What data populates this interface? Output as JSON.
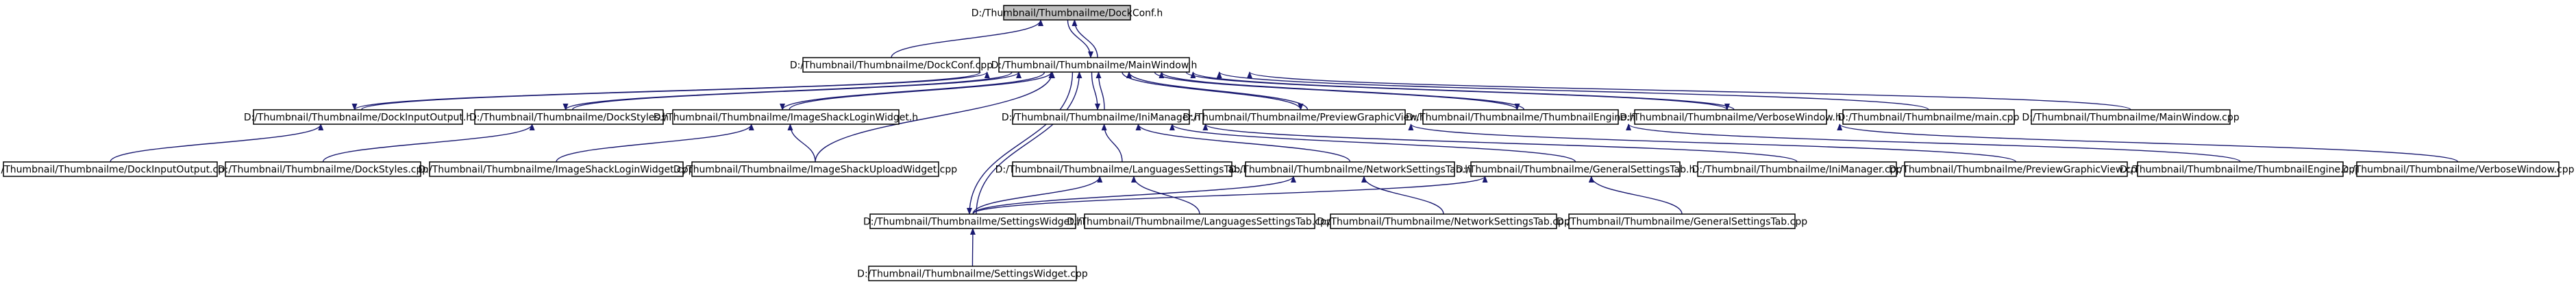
{
  "diagram": {
    "type": "include-dependency-graph",
    "colors": {
      "edge": "#191970",
      "node_border": "#000000",
      "root_fill": "#bfbfbf",
      "node_fill": "#ffffff"
    },
    "nodes": [
      {
        "id": "n0",
        "label": "D:/Thumbnail/Thumbnailme/DockConf.h",
        "root": true
      },
      {
        "id": "n1",
        "label": "D:/Thumbnail/Thumbnailme/DockConf.cpp"
      },
      {
        "id": "n2",
        "label": "D:/Thumbnail/Thumbnailme/MainWindow.h"
      },
      {
        "id": "n3",
        "label": "D:/Thumbnail/Thumbnailme/DockInputOutput.h"
      },
      {
        "id": "n4",
        "label": "D:/Thumbnail/Thumbnailme/DockStyles.h"
      },
      {
        "id": "n5",
        "label": "D:/Thumbnail/Thumbnailme/ImageShackLoginWidget.h"
      },
      {
        "id": "n6",
        "label": "D:/Thumbnail/Thumbnailme/IniManager.h"
      },
      {
        "id": "n7",
        "label": "D:/Thumbnail/Thumbnailme/PreviewGraphicView.h"
      },
      {
        "id": "n8",
        "label": "D:/Thumbnail/Thumbnailme/ThumbnailEngine.h"
      },
      {
        "id": "n9",
        "label": "D:/Thumbnail/Thumbnailme/VerboseWindow.h"
      },
      {
        "id": "n10",
        "label": "D:/Thumbnail/Thumbnailme/main.cpp"
      },
      {
        "id": "n11",
        "label": "D:/Thumbnail/Thumbnailme/MainWindow.cpp"
      },
      {
        "id": "n12",
        "label": "D:/Thumbnail/Thumbnailme/DockInputOutput.cpp"
      },
      {
        "id": "n13",
        "label": "D:/Thumbnail/Thumbnailme/DockStyles.cpp"
      },
      {
        "id": "n14",
        "label": "D:/Thumbnail/Thumbnailme/ImageShackLoginWidget.cpp"
      },
      {
        "id": "n15",
        "label": "D:/Thumbnail/Thumbnailme/ImageShackUploadWidget.cpp"
      },
      {
        "id": "n16",
        "label": "D:/Thumbnail/Thumbnailme/LanguagesSettingsTab.h"
      },
      {
        "id": "n17",
        "label": "D:/Thumbnail/Thumbnailme/NetworkSettingsTab.h"
      },
      {
        "id": "n18",
        "label": "D:/Thumbnail/Thumbnailme/GeneralSettingsTab.h"
      },
      {
        "id": "n19",
        "label": "D:/Thumbnail/Thumbnailme/IniManager.cpp"
      },
      {
        "id": "n20",
        "label": "D:/Thumbnail/Thumbnailme/PreviewGraphicView.cpp"
      },
      {
        "id": "n21",
        "label": "D:/Thumbnail/Thumbnailme/ThumbnailEngine.cpp"
      },
      {
        "id": "n22",
        "label": "D:/Thumbnail/Thumbnailme/VerboseWindow.cpp"
      },
      {
        "id": "n23",
        "label": "D:/Thumbnail/Thumbnailme/SettingsWidget.h"
      },
      {
        "id": "n24",
        "label": "D:/Thumbnail/Thumbnailme/LanguagesSettingsTab.cpp"
      },
      {
        "id": "n25",
        "label": "D:/Thumbnail/Thumbnailme/NetworkSettingsTab.cpp"
      },
      {
        "id": "n26",
        "label": "D:/Thumbnail/Thumbnailme/GeneralSettingsTab.cpp"
      },
      {
        "id": "n27",
        "label": "D:/Thumbnail/Thumbnailme/SettingsWidget.cpp"
      }
    ],
    "edges": [
      {
        "from": "n1",
        "to": "n0"
      },
      {
        "from": "n2",
        "to": "n0"
      },
      {
        "from": "n0",
        "to": "n2"
      },
      {
        "from": "n3",
        "to": "n2"
      },
      {
        "from": "n2",
        "to": "n3"
      },
      {
        "from": "n4",
        "to": "n2"
      },
      {
        "from": "n2",
        "to": "n4"
      },
      {
        "from": "n5",
        "to": "n2"
      },
      {
        "from": "n2",
        "to": "n5"
      },
      {
        "from": "n6",
        "to": "n2"
      },
      {
        "from": "n2",
        "to": "n6"
      },
      {
        "from": "n7",
        "to": "n2"
      },
      {
        "from": "n2",
        "to": "n7"
      },
      {
        "from": "n8",
        "to": "n2"
      },
      {
        "from": "n2",
        "to": "n8"
      },
      {
        "from": "n9",
        "to": "n2"
      },
      {
        "from": "n2",
        "to": "n9"
      },
      {
        "from": "n10",
        "to": "n2"
      },
      {
        "from": "n11",
        "to": "n2"
      },
      {
        "from": "n15",
        "to": "n2"
      },
      {
        "from": "n23",
        "to": "n2"
      },
      {
        "from": "n2",
        "to": "n23"
      },
      {
        "from": "n12",
        "to": "n3"
      },
      {
        "from": "n13",
        "to": "n4"
      },
      {
        "from": "n14",
        "to": "n5"
      },
      {
        "from": "n15",
        "to": "n5"
      },
      {
        "from": "n16",
        "to": "n6"
      },
      {
        "from": "n17",
        "to": "n6"
      },
      {
        "from": "n18",
        "to": "n6"
      },
      {
        "from": "n19",
        "to": "n6"
      },
      {
        "from": "n20",
        "to": "n7"
      },
      {
        "from": "n21",
        "to": "n8"
      },
      {
        "from": "n22",
        "to": "n9"
      },
      {
        "from": "n23",
        "to": "n16"
      },
      {
        "from": "n24",
        "to": "n16"
      },
      {
        "from": "n23",
        "to": "n17"
      },
      {
        "from": "n25",
        "to": "n17"
      },
      {
        "from": "n23",
        "to": "n18"
      },
      {
        "from": "n26",
        "to": "n18"
      },
      {
        "from": "n27",
        "to": "n23"
      }
    ]
  }
}
